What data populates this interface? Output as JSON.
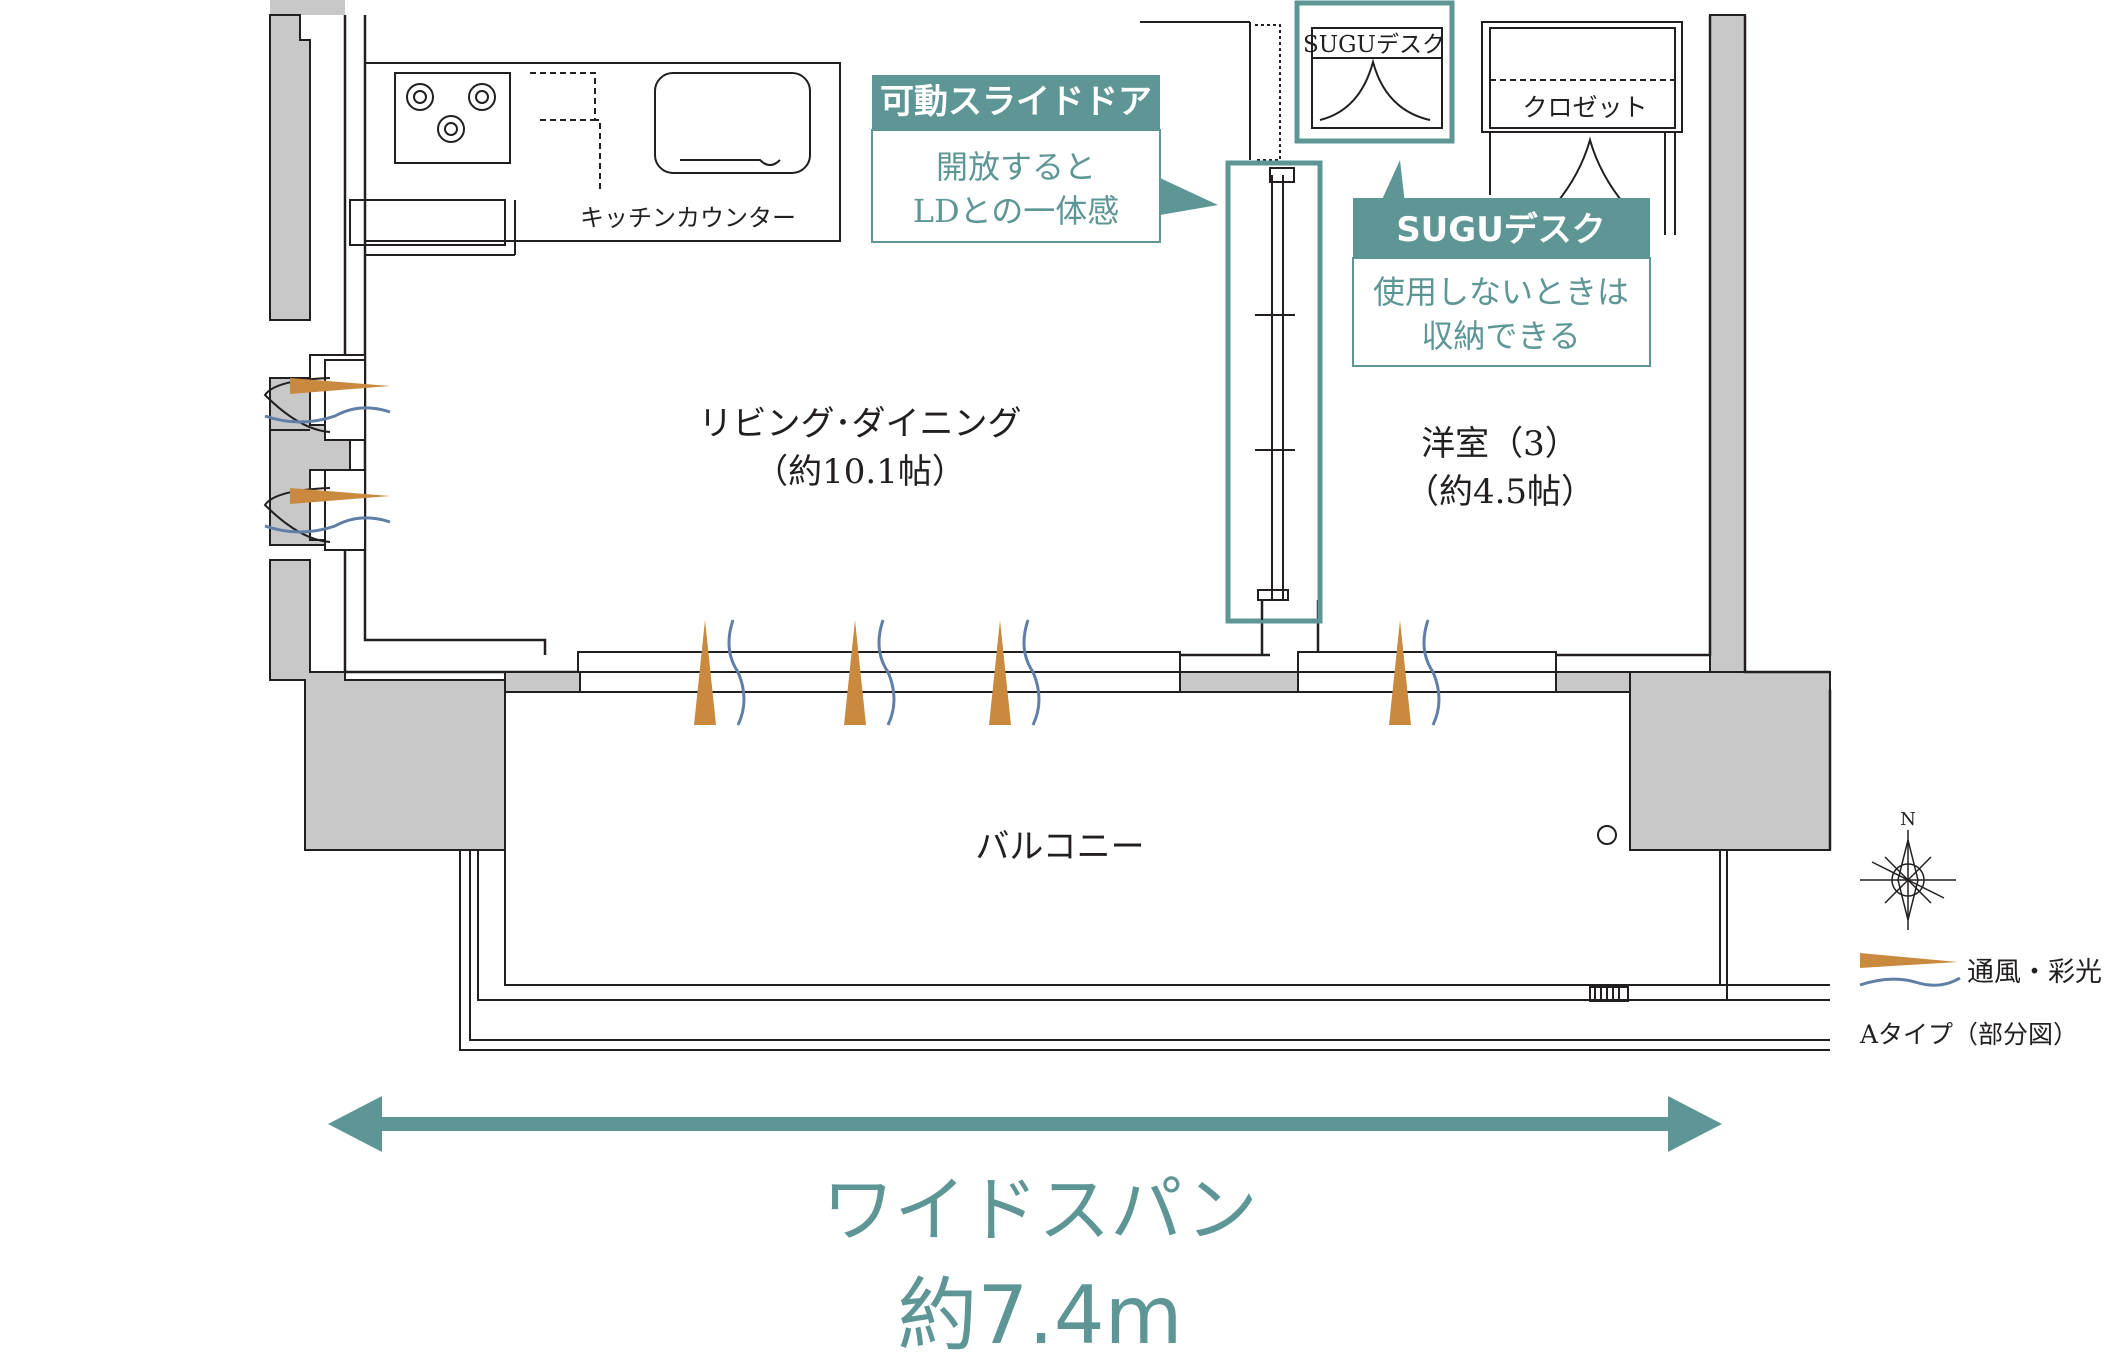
{
  "colors": {
    "teal": "#5e9696",
    "wall_gray": "#c8c8c8",
    "line": "#231f20",
    "wind_orange": "#c98a3f",
    "light_blue": "#5f7fa6"
  },
  "rooms": {
    "kitchen_counter": "キッチンカウンター",
    "living_dining": "リビング･ダイニング",
    "living_dining_size": "（約10.1帖）",
    "western_room": "洋室（3）",
    "western_room_size": "（約4.5帖）",
    "closet": "クロゼット",
    "sugu_desk_small": "SUGUデスク",
    "balcony": "バルコニー"
  },
  "callouts": {
    "slide_door": {
      "title": "可動スライドドア",
      "line1": "開放すると",
      "line2": "LDとの一体感"
    },
    "sugu_desk": {
      "title": "SUGUデスク",
      "line1": "使用しないときは",
      "line2": "収納できる"
    }
  },
  "legend": {
    "compass_north": "N",
    "wind_light": "通風・彩光",
    "type_note": "Aタイプ（部分図）"
  },
  "span": {
    "label": "ワイドスパン",
    "value": "約7.4m"
  }
}
